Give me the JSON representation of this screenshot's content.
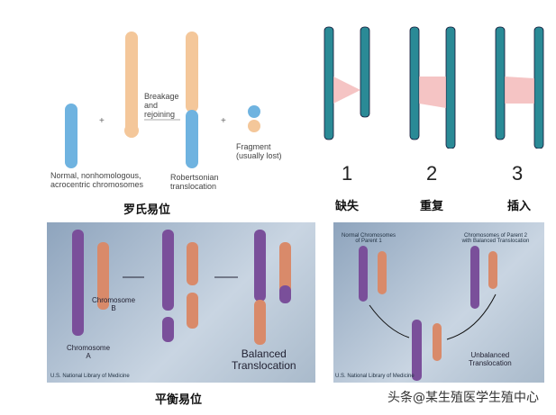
{
  "robertsonian": {
    "breakage": "Breakage\nand\nrejoining",
    "normal": "Normal, nonhomologous,",
    "normal2": "acrocentric chromosomes",
    "result": "Robertsonian",
    "result2": "translocation",
    "fragment": "Fragment",
    "fragment2": "(usually lost)",
    "caption": "罗氏易位"
  },
  "structural": {
    "items": [
      {
        "num": "1",
        "label": "缺失"
      },
      {
        "num": "2",
        "label": "重复"
      },
      {
        "num": "3",
        "label": "插入"
      }
    ]
  },
  "balanced": {
    "chrB": "Chromosome\nB",
    "chrA": "Chromosome\nA",
    "result": "Balanced\nTranslocation",
    "credit": "U.S. National Library of Medicine",
    "caption": "平衡易位"
  },
  "unbalanced": {
    "parent1": "Normal Chromosomes\nof Parent 1",
    "parent2": "Chromosomes of Parent 2\nwith Balanced Translocation",
    "result": "Unbalanced\nTranslocation",
    "credit": "U.S. National Library of Medicine"
  },
  "watermark": "头条@某生殖医学生殖中心"
}
